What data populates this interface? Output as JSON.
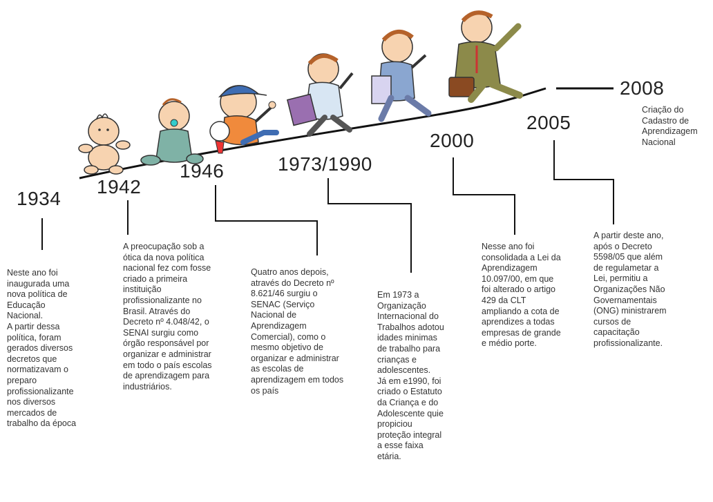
{
  "milestones": [
    {
      "year": "1934",
      "text": "Neste ano foi\ninaugurada uma\nnova política de\nEducação\nNacional.\nA partir dessa\npolítica, foram\ngerados diversos\ndecretos que\nnormatizavam o\npreparo\nprofissionalizante\nnos diversos\nmercados de\ntrabalho da época"
    },
    {
      "year": "1942",
      "text": "A preocupação sob a\nótica da nova política\nnacional fez com fosse\ncriado a primeira\ninstituição\nprofissionalizante no\nBrasil. Através do\nDecreto nº 4.048/42, o\nSENAI surgiu como\nórgão responsável por\norganizar e administrar\nem todo o país escolas\nde aprendizagem para\nindustriários."
    },
    {
      "year": "1946",
      "text": "Quatro anos depois,\natravés do Decreto nº\n8.621/46 surgiu o\nSENAC (Serviço\nNacional de\nAprendizagem\nComercial), como o\nmesmo objetivo de\norganizar e administrar\nas escolas de\naprendizagem em todos\nos país"
    },
    {
      "year": "1973/1990",
      "text": "Em 1973 a\nOrganização\nInternacional do\nTrabalhos adotou\nidades minimas\nde trabalho para\ncrianças e\nadolescentes.\nJá em e1990, foi\ncriado o Estatuto\nda Criança e do\nAdolescente quie\npropiciou\nproteção integral\na esse faixa\netária."
    },
    {
      "year": "2000",
      "text": "Nesse ano foi\nconsolidada a Lei da\nAprendizagem\n10.097/00, em que\nfoi alterado o artigo\n429 da CLT\nampliando a cota de\naprendizes a todas\nempresas de grande\ne médio porte."
    },
    {
      "year": "2005",
      "text": "A partir deste ano,\napós o Decreto\n5598/05 que além\nde regulametar a\nLei, permitiu a\nOrganizações Não\nGovernamentais\n(ONG) ministrarem\ncursos de\ncapacitação\nprofissionalizante."
    },
    {
      "year": "2008",
      "text": "Criação do\nCadastro de\nAprendizagem\nNacional"
    }
  ],
  "colors": {
    "line": "#111111",
    "skin": "#f7d3b0",
    "baby_suit": "#7fb2a6",
    "kid_shirt": "#f08a3c",
    "cap": "#3f6db3",
    "teen_shirt": "#8aa6d0",
    "suit": "#8c8a4a",
    "hair": "#b5622a",
    "briefcase": "#8a4a22"
  }
}
